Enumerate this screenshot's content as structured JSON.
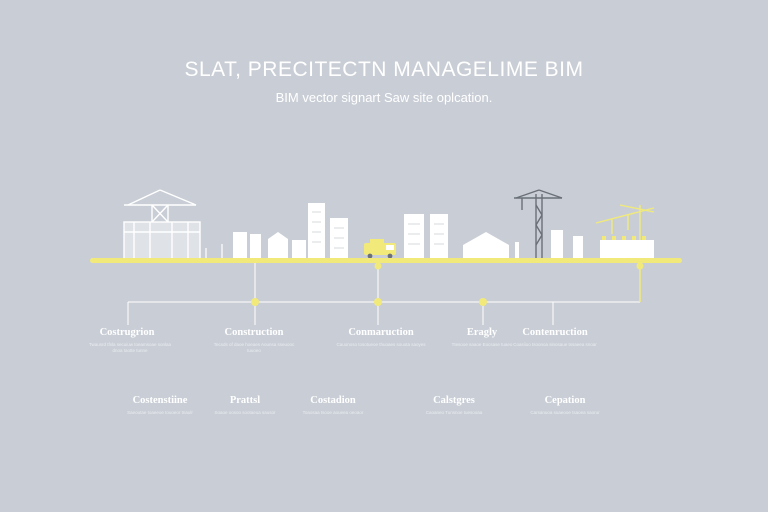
{
  "header": {
    "title": "SLAT, PRECITECTN MANAGELIME BIM",
    "subtitle": "BIM vector signart Saw site oplcation."
  },
  "colors": {
    "background": "#c9ced6",
    "accent": "#f1ea7a",
    "building": "#ffffff",
    "crane_dark": "#6b7078"
  },
  "milestones_top": [
    {
      "label": "Costrugrion",
      "desc": "Twausrd tfsla secuiuw toeamsoae sonlaa dnoa taotte tunne"
    },
    {
      "label": "Construction",
      "desc": "Tecsds of daoe hoeaes Aounsa sseuooc tuuoeo"
    },
    {
      "label": "Conmaruction",
      "desc": "Cauonoso tosotueoe thuoaes souota saoyes"
    },
    {
      "label": "Eragly",
      "desc": "Ttesooe saaoe Eocsase tuaeo"
    },
    {
      "label": "Contenruction",
      "desc": "Coasiiuo tsoonoa sinosaue tssaeea snoar"
    }
  ],
  "milestones_bottom": [
    {
      "label": "Costenstiine",
      "desc": "Saeoutae toaeeoe touoeor tnaulr"
    },
    {
      "label": "Prattsl",
      "desc": "Soaoe oosoo sootaeua sausor"
    },
    {
      "label": "Costadion",
      "desc": "Toaosaa tsooe aoueea oeoaor"
    },
    {
      "label": "Calstgres",
      "desc": "Caoaneo Tunsnoe tuesooaa"
    },
    {
      "label": "Cepation",
      "desc": "Carsanuoa suaeooe tsaoea saorur"
    }
  ]
}
